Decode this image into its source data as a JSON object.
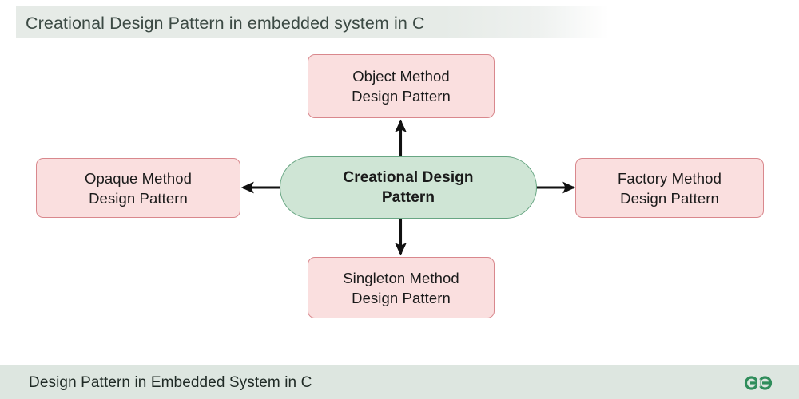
{
  "header": {
    "title": "Creational Design Pattern in embedded system in C",
    "band_color": "#e6ebe7",
    "text_color": "#3c4a44"
  },
  "diagram": {
    "type": "radial-hub-and-spoke",
    "center": {
      "label_line1": "Creational Design",
      "label_line2": "Pattern",
      "fill_color": "#cfe5d5",
      "border_color": "#68a683",
      "shape": "pill"
    },
    "nodes": [
      {
        "id": "top",
        "label_line1": "Object Method",
        "label_line2": "Design Pattern",
        "fill_color": "#fadfdf",
        "border_color": "#d9888d",
        "direction": "up"
      },
      {
        "id": "left",
        "label_line1": "Opaque Method",
        "label_line2": "Design Pattern",
        "fill_color": "#fadfdf",
        "border_color": "#d9888d",
        "direction": "left"
      },
      {
        "id": "right",
        "label_line1": "Factory Method",
        "label_line2": "Design Pattern",
        "fill_color": "#fadfdf",
        "border_color": "#d9888d",
        "direction": "right"
      },
      {
        "id": "bottom",
        "label_line1": "Singleton Method",
        "label_line2": "Design Pattern",
        "fill_color": "#fadfdf",
        "border_color": "#d9888d",
        "direction": "down"
      }
    ],
    "arrow_color": "#111111"
  },
  "footer": {
    "title": "Design Pattern in Embedded System in C",
    "band_color": "#dde6e0",
    "text_color": "#1f2a25",
    "logo_name": "geeksforgeeks-logo",
    "logo_color": "#2f8d5b"
  }
}
